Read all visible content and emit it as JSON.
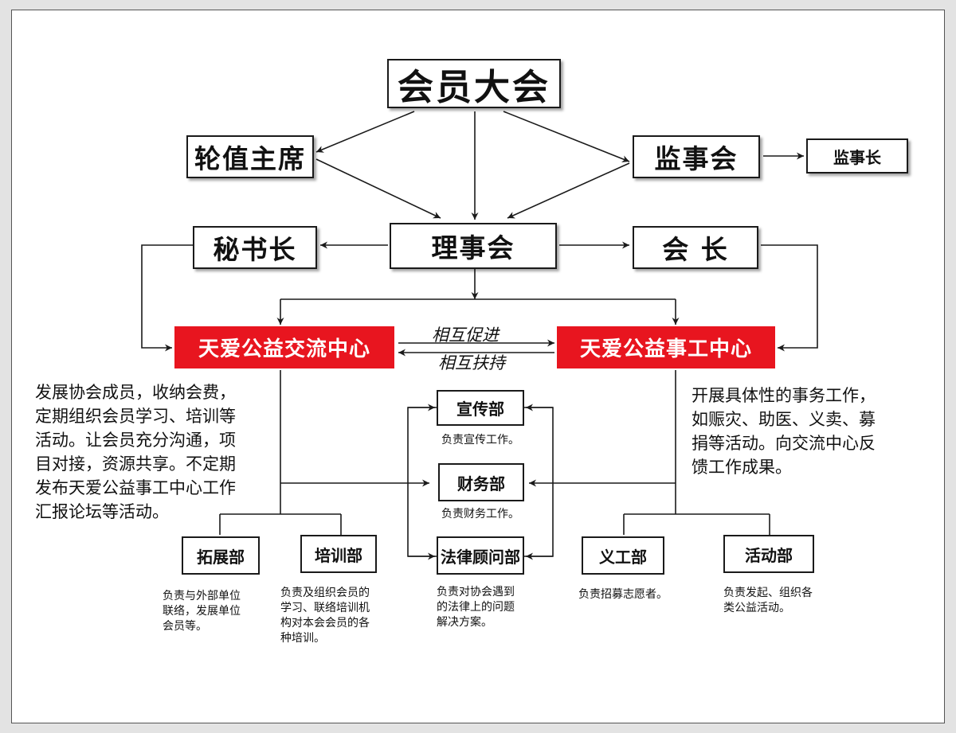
{
  "nodes": {
    "assembly": "会员大会",
    "rotating_chair": "轮值主席",
    "supervisory_board": "监事会",
    "chief_supervisor": "监事长",
    "secretary_general": "秘书长",
    "council": "理事会",
    "president": "会 长",
    "exchange_center": "天爱公益交流中心",
    "social_work_center": "天爱公益事工中心"
  },
  "relation": {
    "promote": "相互促进",
    "support": "相互扶持"
  },
  "descriptions": {
    "exchange_center": [
      "发展协会成员，收纳会费，",
      "定期组织会员学习、培训等",
      "活动。让会员充分沟通，项",
      "目对接，资源共享。不定期",
      "发布天爱公益事工中心工作",
      "汇报论坛等活动。"
    ],
    "social_work_center": [
      "开展具体性的事务工作，",
      "如赈灾、助医、义卖、募",
      "捐等活动。向交流中心反",
      "馈工作成果。"
    ]
  },
  "departments": {
    "publicity": {
      "name": "宣传部",
      "note": [
        "负责宣传工作。"
      ]
    },
    "finance": {
      "name": "财务部",
      "note": [
        "负责财务工作。"
      ]
    },
    "legal": {
      "name": "法律顾问部",
      "note": [
        "负责对协会遇到",
        "的法律上的问题",
        "解决方案。"
      ]
    },
    "expansion": {
      "name": "拓展部",
      "note": [
        "负责与外部单位",
        "联络，发展单位",
        "会员等。"
      ]
    },
    "training": {
      "name": "培训部",
      "note": [
        "负责及组织会员的",
        "学习、联络培训机",
        "构对本会会员的各",
        "种培训。"
      ]
    },
    "volunteer": {
      "name": "义工部",
      "note": [
        "负责招募志愿者。"
      ]
    },
    "activity": {
      "name": "活动部",
      "note": [
        "负责发起、组织各",
        "类公益活动。"
      ]
    }
  },
  "colors": {
    "center_fill": "#e8151f",
    "center_text": "#ffffff",
    "line": "#1a1a1a"
  }
}
